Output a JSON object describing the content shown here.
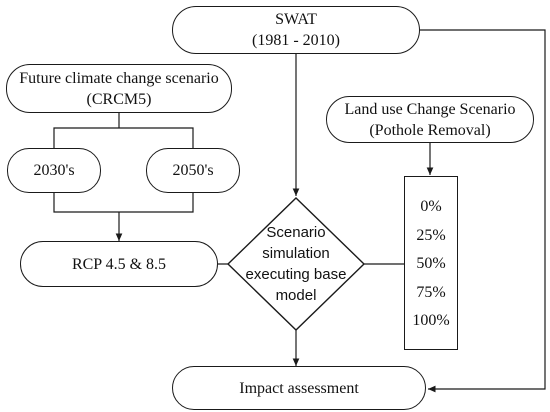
{
  "swat": {
    "line1": "SWAT",
    "line2": "(1981 - 2010)"
  },
  "future_climate": {
    "line1": "Future climate change scenario",
    "line2": "(CRCM5)"
  },
  "decade_2030": {
    "label": "2030's"
  },
  "decade_2050": {
    "label": "2050's"
  },
  "rcp": {
    "label": "RCP 4.5 & 8.5"
  },
  "land_use": {
    "line1": "Land use Change Scenario",
    "line2": "(Pothole Removal)"
  },
  "pothole_levels": [
    "0%",
    "25%",
    "50%",
    "75%",
    "100%"
  ],
  "scenario_sim": {
    "line1": "Scenario",
    "line2": "simulation",
    "line3": "executing base",
    "line4": "model"
  },
  "impact": {
    "label": "Impact assessment"
  }
}
